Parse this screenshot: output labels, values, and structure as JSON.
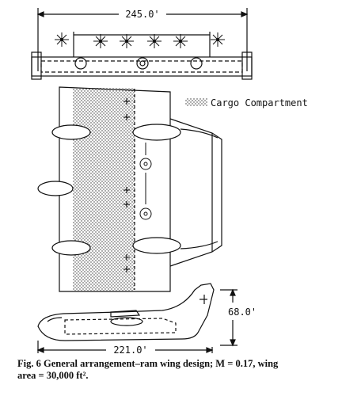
{
  "dimensions": {
    "span_top": "245.0'",
    "height_side": "68.0'",
    "length_bottom": "221.0'"
  },
  "legend": {
    "label": "Cargo Compartment"
  },
  "caption": {
    "line1": "Fig. 6  General arrangement–ram wing design; M = 0.17, wing",
    "line2": "area = 30,000 ft²."
  }
}
